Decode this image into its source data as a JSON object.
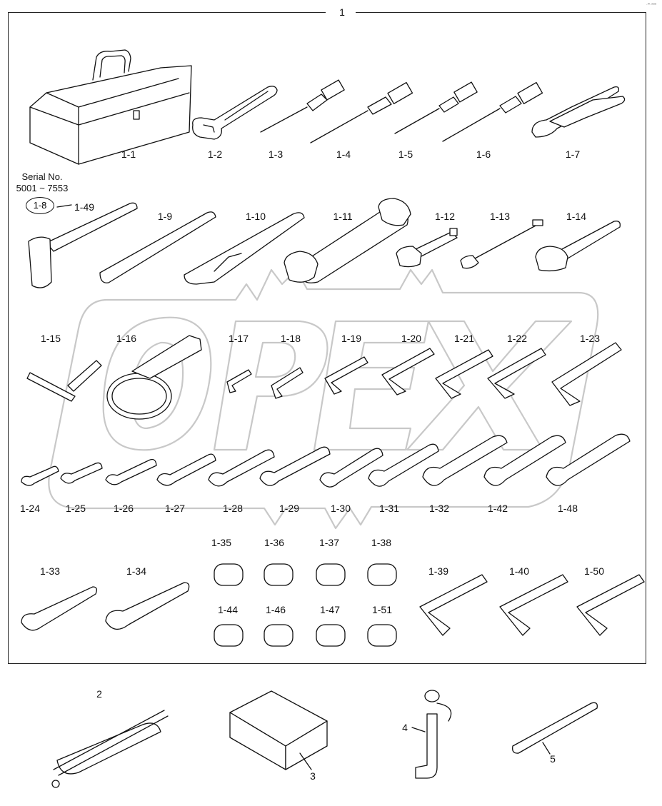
{
  "diagram": {
    "title": "1",
    "corner_mark": "·ᵐ·ᵃᵃᵃ",
    "watermark": "OPEX",
    "serial_note": {
      "line1": "Serial No.",
      "line2": "5001 ~ 7553",
      "from": "1-8",
      "to": "1-49"
    },
    "labels": {
      "p1_1": "1-1",
      "p1_2": "1-2",
      "p1_3": "1-3",
      "p1_4": "1-4",
      "p1_5": "1-5",
      "p1_6": "1-6",
      "p1_7": "1-7",
      "p1_9": "1-9",
      "p1_10": "1-10",
      "p1_11": "1-11",
      "p1_12": "1-12",
      "p1_13": "1-13",
      "p1_14": "1-14",
      "p1_15": "1-15",
      "p1_16": "1-16",
      "p1_17": "1-17",
      "p1_18": "1-18",
      "p1_19": "1-19",
      "p1_20": "1-20",
      "p1_21": "1-21",
      "p1_22": "1-22",
      "p1_23": "1-23",
      "p1_24": "1-24",
      "p1_25": "1-25",
      "p1_26": "1-26",
      "p1_27": "1-27",
      "p1_28": "1-28",
      "p1_29": "1-29",
      "p1_30": "1-30",
      "p1_31": "1-31",
      "p1_32": "1-32",
      "p1_42": "1-42",
      "p1_48": "1-48",
      "p1_33": "1-33",
      "p1_34": "1-34",
      "p1_35": "1-35",
      "p1_36": "1-36",
      "p1_37": "1-37",
      "p1_38": "1-38",
      "p1_44": "1-44",
      "p1_46": "1-46",
      "p1_47": "1-47",
      "p1_51": "1-51",
      "p1_39": "1-39",
      "p1_40": "1-40",
      "p1_50": "1-50",
      "p2": "2",
      "p3": "3",
      "p4": "4",
      "p5": "5"
    }
  }
}
